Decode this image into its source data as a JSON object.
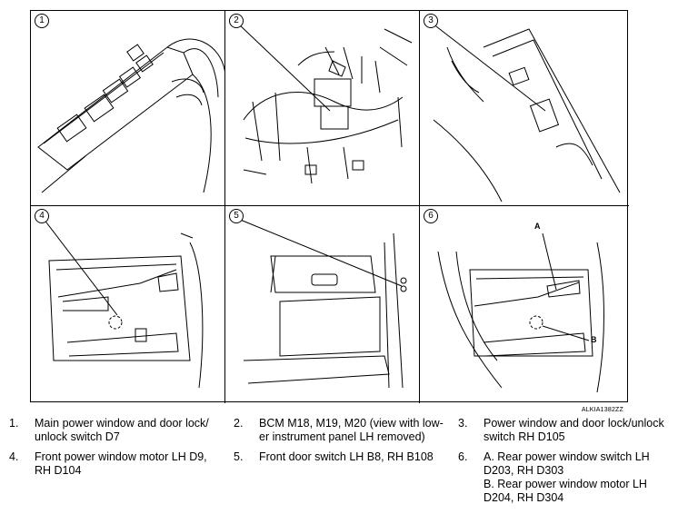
{
  "panels": [
    {
      "number": "1"
    },
    {
      "number": "2"
    },
    {
      "number": "3"
    },
    {
      "number": "4"
    },
    {
      "number": "5"
    },
    {
      "number": "6",
      "callouts": [
        "A",
        "B"
      ]
    }
  ],
  "figure_ref": "ALKIA1382ZZ",
  "legend": [
    {
      "number": "1.",
      "lines": [
        "Main power window and door lock/",
        "unlock switch D7"
      ]
    },
    {
      "number": "2.",
      "lines": [
        "BCM M18, M19, M20 (view with low-",
        "er instrument panel LH removed)"
      ]
    },
    {
      "number": "3.",
      "lines": [
        "Power window  and door lock/unlock",
        "switch RH D105"
      ]
    },
    {
      "number": "4.",
      "lines": [
        "Front power window motor LH D9,",
        "RH D104"
      ]
    },
    {
      "number": "5.",
      "lines": [
        "Front door switch LH B8, RH B108"
      ]
    },
    {
      "number": "6.",
      "lines": [
        "A. Rear power window switch LH",
        "D203, RH D303",
        "B. Rear power window motor LH",
        "D204, RH D304"
      ]
    }
  ]
}
